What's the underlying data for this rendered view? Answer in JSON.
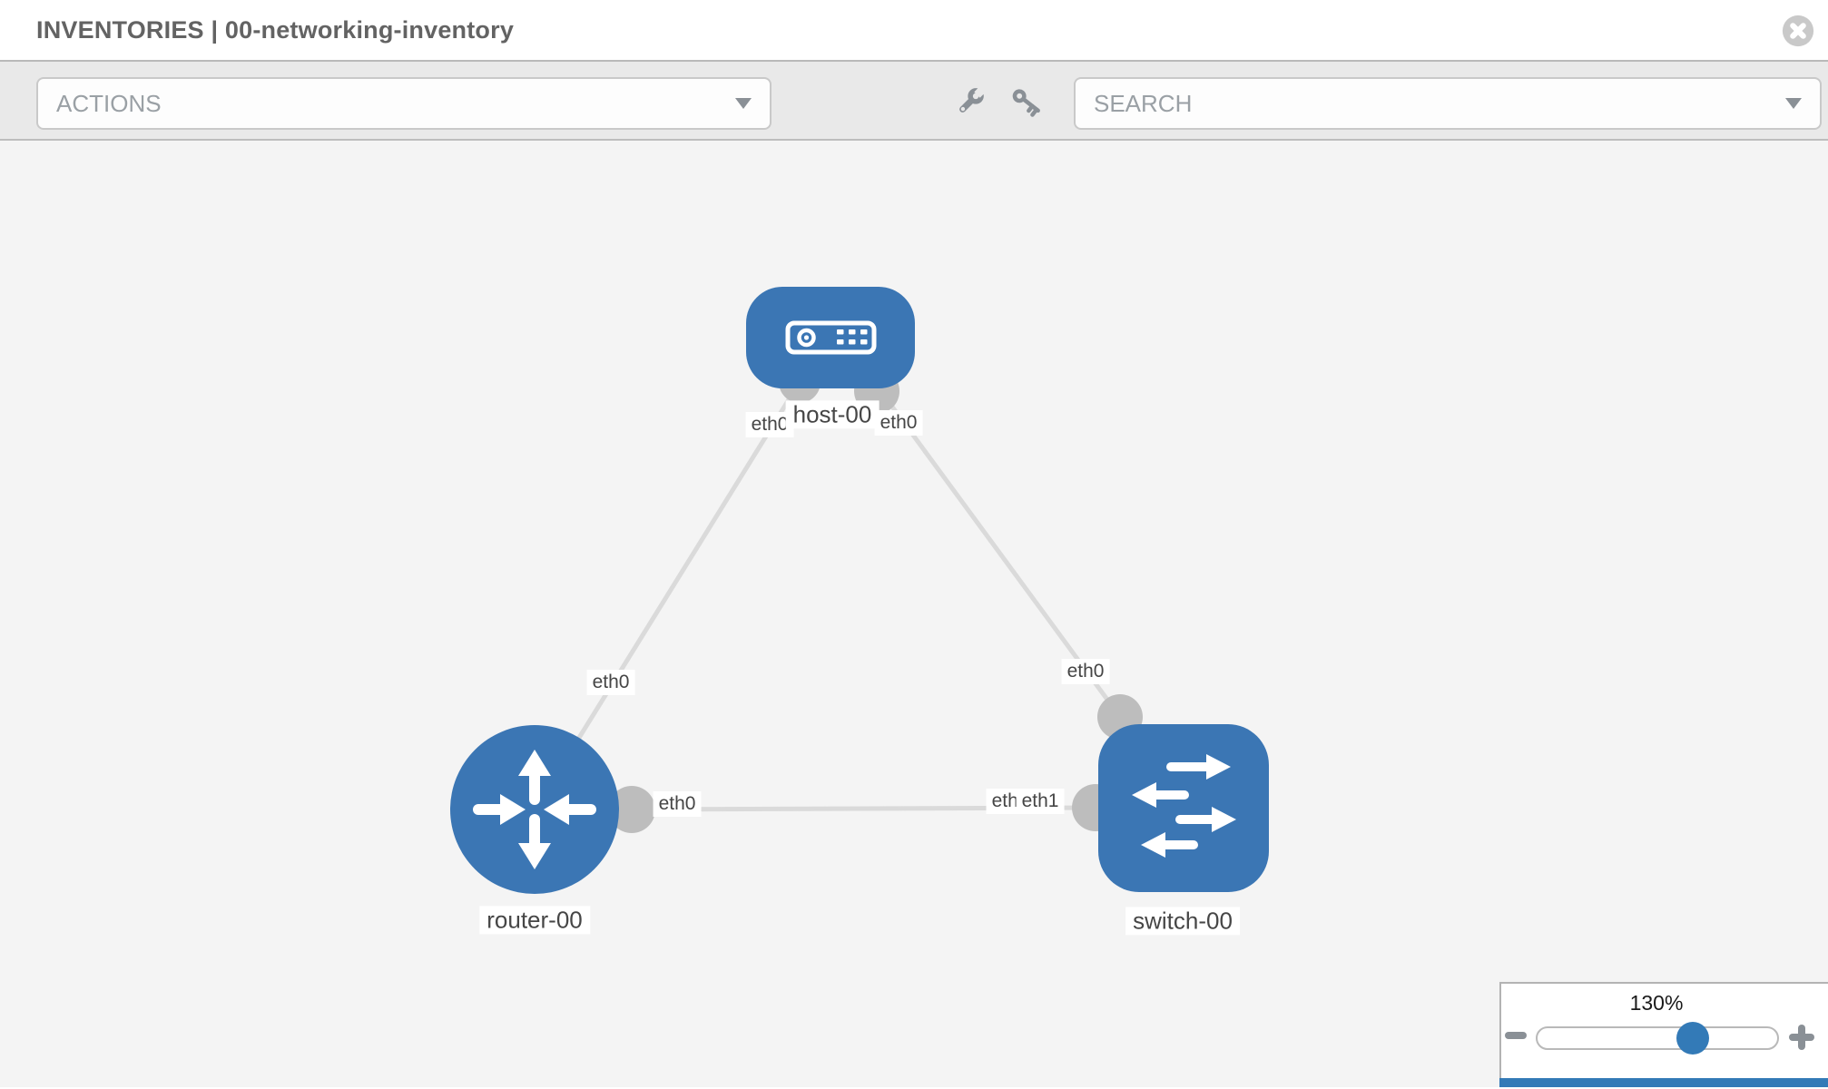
{
  "header": {
    "title": "INVENTORIES | 00-networking-inventory"
  },
  "toolbar": {
    "actions_label": "ACTIONS",
    "search_placeholder": "SEARCH",
    "icons": [
      "wrench-icon",
      "key-icon"
    ]
  },
  "zoom_control": {
    "level": "130%"
  },
  "diagram": {
    "nodes": [
      {
        "id": "host-00",
        "type": "host",
        "label": "host-00"
      },
      {
        "id": "router-00",
        "type": "router",
        "label": "router-00"
      },
      {
        "id": "switch-00",
        "type": "switch",
        "label": "switch-00"
      }
    ],
    "links": [
      {
        "from": "host-00",
        "from_interface": "eth0",
        "to": "router-00",
        "to_interface": "eth0"
      },
      {
        "from": "host-00",
        "from_interface": "eth0",
        "to": "switch-00",
        "to_interface": "eth0"
      },
      {
        "from": "router-00",
        "from_interface": "eth0",
        "to": "switch-00",
        "to_interface": "eth1"
      }
    ],
    "interface_labels": {
      "host_router_at_host": "eth0",
      "host_router_at_router": "eth0",
      "host_switch_at_host": "eth0",
      "host_switch_at_switch": "eth0",
      "router_switch_at_router": "eth0",
      "router_switch_at_switch_hidden": "eth0",
      "router_switch_at_switch": "eth1"
    }
  },
  "colors": {
    "node_blue": "#3b76b4",
    "accent_blue": "#337ab7",
    "link_gray": "#dadada",
    "port_gray": "#bdbdbd",
    "canvas_bg": "#f4f4f4",
    "toolbar_bg": "#e9e9e9"
  }
}
